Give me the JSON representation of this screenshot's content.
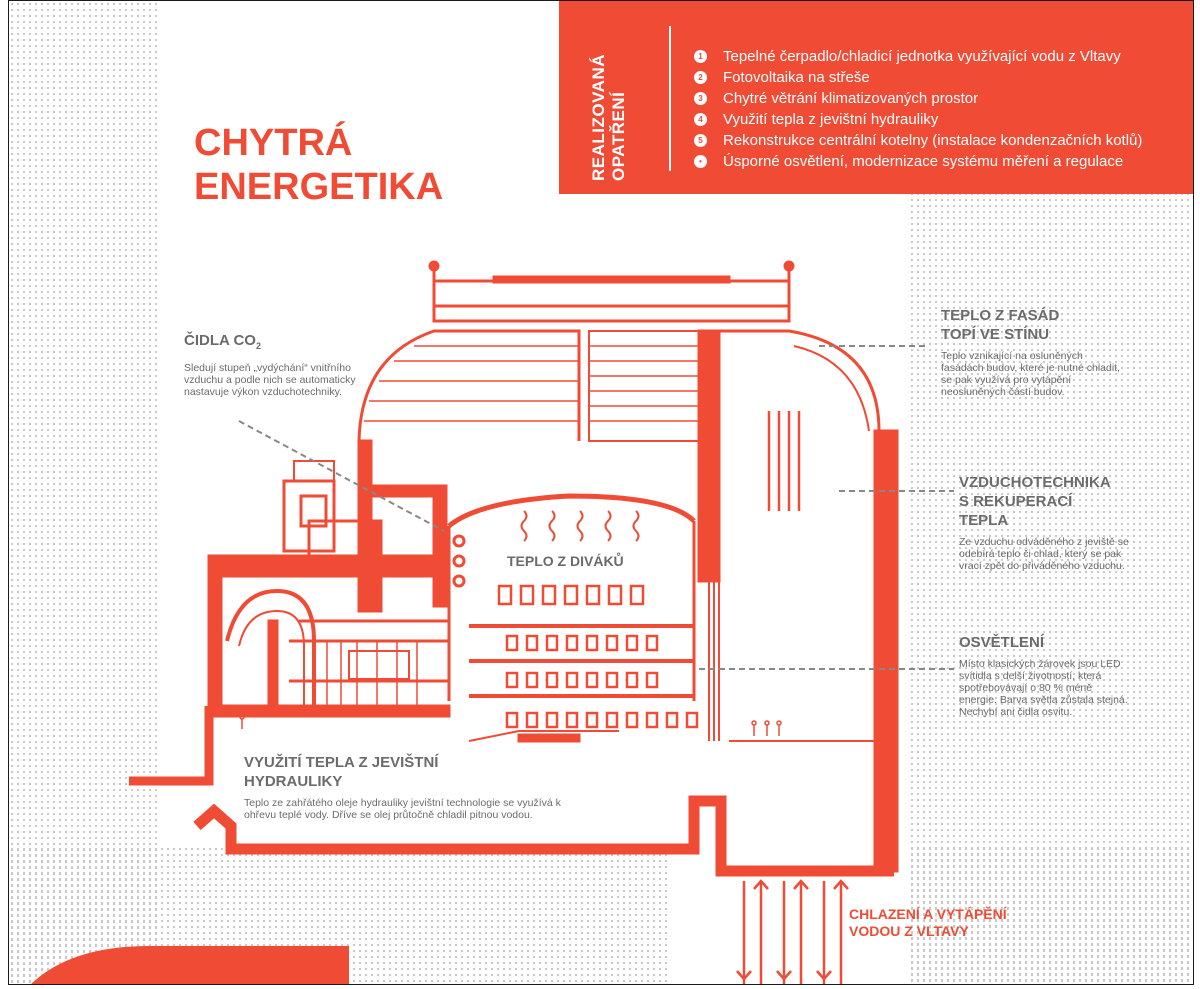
{
  "title": {
    "line1": "CHYTRÁ",
    "line2": "ENERGETIKA"
  },
  "panel": {
    "heading_line1": "REALIZOVANÁ",
    "heading_line2": "OPATŘENÍ",
    "items": [
      {
        "marker": "1",
        "text": "Tepelné čerpadlo/chladicí jednotka využívající vodu z Vltavy"
      },
      {
        "marker": "2",
        "text": "Fotovoltaika na střeše"
      },
      {
        "marker": "3",
        "text": "Chytré větrání klimatizovaných prostor"
      },
      {
        "marker": "4",
        "text": "Využití tepla z jevištní hydrauliky"
      },
      {
        "marker": "5",
        "text": "Rekonstrukce centrální kotelny (instalace kondenzačních kotlů)"
      },
      {
        "marker": "•",
        "text": "Úsporné osvětlení, modernizace systému měření a regulace"
      }
    ]
  },
  "callouts": {
    "co2": {
      "title": "ČIDLA CO",
      "title_sub": "2",
      "body": "Sledují stupeň „vydýchání“ vnitřního vzduchu a podle nich se automaticky nastavuje výkon vzduchotechniky."
    },
    "facades": {
      "title_line1": "TEPLO Z FASÁD",
      "title_line2": "TOPÍ VE STÍNU",
      "body": "Teplo vznikající na osluněných fasádách budov, které je nutné chladit, se pak využívá pro vytápění neosluněných částí budov."
    },
    "ventilation": {
      "title_line1": "VZDUCHOTECHNIKA",
      "title_line2": "S REKUPERACÍ",
      "title_line3": "TEPLA",
      "body": "Ze vzduchu odváděného z jeviště se odebírá teplo či chlad, který se pak vrací zpět do přiváděného vzduchu."
    },
    "lighting": {
      "title": "OSVĚTLENÍ",
      "body": "Místo klasických žárovek jsou LED svítidla s delší životností, která spotřebovávají o 80 % méně energie. Barva světla zůstala stejná. Nechybí ani čidla osvitu."
    },
    "hydraulics": {
      "title_line1": "VYUŽITÍ TEPLA Z JEVIŠTNÍ",
      "title_line2": "HYDRAULIKY",
      "body": "Teplo ze zahřátého oleje hydrauliky jevištní technologie se využívá k ohřevu teplé vody. Dříve se olej průtočně chladil pitnou vodou."
    },
    "river": {
      "title_line1": "CHLAZENÍ A VYTÁPĚNÍ",
      "title_line2": "VODOU Z VLTAVY"
    }
  },
  "in_building_label": "TEPLO Z DIVÁKŮ",
  "colors": {
    "accent": "#ef4b35",
    "text_gray": "#6b6b6b",
    "dots": "#c9c9c9"
  }
}
